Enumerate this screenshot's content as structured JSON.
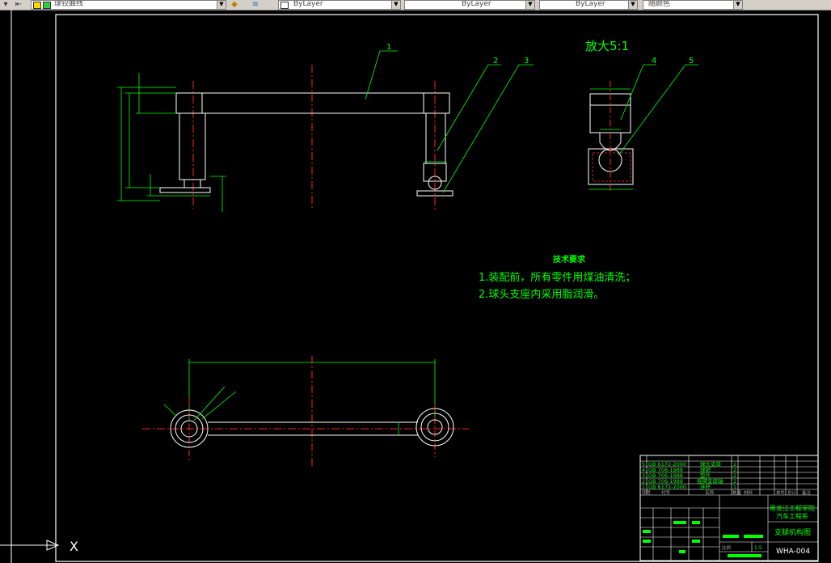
{
  "toolbar": {
    "layer_combo": "球铰曲线",
    "color_combo": "ByLayer",
    "linetype_combo": "ByLayer",
    "lineweight_combo": "ByLayer",
    "plotstyle_combo": "随颜色"
  },
  "drawing": {
    "magnify_note": "放大5:1",
    "callouts": [
      "1",
      "2",
      "3",
      "4",
      "5"
    ],
    "tech_req_title": "技术要求",
    "tech_req_1": "1.装配前，所有零件用煤油清洗；",
    "tech_req_2": "2.球头支座内采用脂润滑。",
    "ucs_label": "X"
  },
  "title_block": {
    "bom": [
      {
        "no": "5",
        "std": "GB 6172-2000",
        "name": "球头支座",
        "qty": "2"
      },
      {
        "no": "4",
        "std": "GB 706-1988",
        "name": "球销",
        "qty": "2"
      },
      {
        "no": "3",
        "std": "GB 706-1988",
        "name": "垫片",
        "qty": "2"
      },
      {
        "no": "2",
        "std": "GB 706-1988",
        "name": "摇臂支座轴",
        "qty": "2"
      },
      {
        "no": "1",
        "std": "GB 6172-2000",
        "name": "连杆",
        "qty": "1"
      }
    ],
    "header_cells": [
      "序号",
      "代号",
      "名称",
      "数量",
      "材料",
      "单件",
      "总计",
      "备注"
    ],
    "school": "黑龙江工程学院",
    "department": "汽车工程系",
    "drawing_name": "支腿机构图",
    "drawing_no": "WHA-004",
    "scale_label": "比例",
    "scale": "1:5"
  }
}
